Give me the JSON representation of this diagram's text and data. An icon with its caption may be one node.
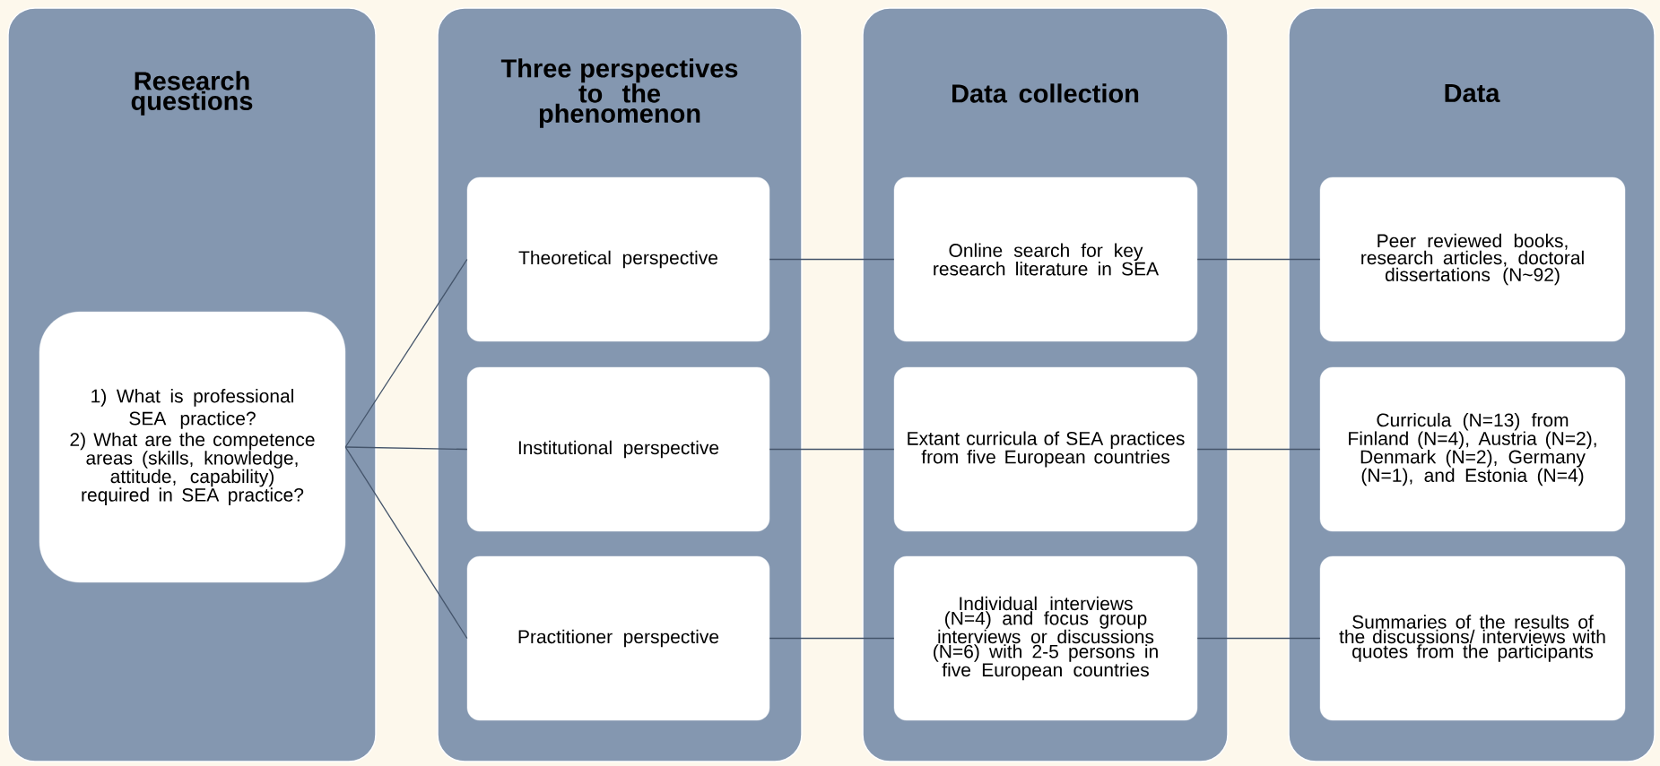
{
  "diagram": {
    "nodes": [
      {
        "text": [
          "Research questions"
        ]
      },
      {
        "text": [
          "1) What is professional SEA practice?",
          "2) What are the competence areas (skills, knowledge, attitude, capability) required in SEA practice?"
        ],
        "in": 0
      },
      {
        "text": [
          "Three perspectives to the phenomenon"
        ]
      },
      {
        "text": [
          "Theoretical perspective"
        ],
        "in": 2
      },
      {
        "text": [
          "Institutional perspective"
        ],
        "in": 2
      },
      {
        "text": [
          "Practitioner perspective"
        ],
        "in": 2
      },
      {
        "text": [
          "Data collection"
        ]
      },
      {
        "text": [
          "Online search for key research literature in SEA"
        ],
        "in": 6
      },
      {
        "text": [
          "Extant curricula of SEA practices from five European countries"
        ],
        "in": 6
      },
      {
        "text": [
          "Individual interviews (N=4) and focus group interviews or discussions (N=6) with 2-5 persons in five European countries"
        ],
        "in": 6
      },
      {
        "text": [
          "Data"
        ]
      },
      {
        "text": [
          "Peer reviewed books, research articles, doctoral dissertations (N~92)"
        ],
        "in": 10
      },
      {
        "text": [
          "Curricula (N=13) from Finland (N=4), Austria (N=2), Denmark (N=2), Germany (N=1), and Estonia (N=4)"
        ],
        "in": 10
      },
      {
        "text": [
          "Summaries of the results of the discussions/ interviews with quotes from the participants"
        ],
        "in": 10
      }
    ],
    "edges": [
      {
        "from": 1,
        "to": 3,
        "arrow": "none"
      },
      {
        "from": 1,
        "to": 4,
        "arrow": "none"
      },
      {
        "from": 1,
        "to": 5,
        "arrow": "none"
      },
      {
        "from": 3,
        "to": 7,
        "arrow": "none"
      },
      {
        "from": 4,
        "to": 8,
        "arrow": "none"
      },
      {
        "from": 5,
        "to": 9,
        "arrow": "none"
      },
      {
        "from": 7,
        "to": 11,
        "arrow": "none"
      },
      {
        "from": 8,
        "to": 12,
        "arrow": "none"
      },
      {
        "from": 9,
        "to": 13,
        "arrow": "none"
      }
    ]
  }
}
